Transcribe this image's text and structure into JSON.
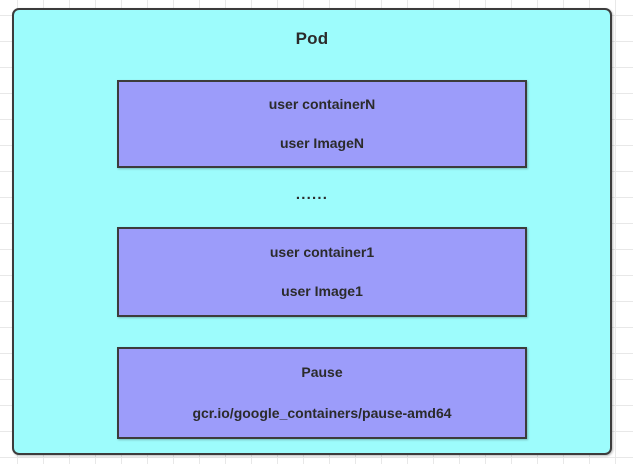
{
  "diagram": {
    "title": "Pod",
    "background_color": "#ffffff",
    "grid_line_color": "#e8e8e8",
    "pod_fill_color": "#9dfcfc",
    "container_fill_color": "#9c9cfa",
    "border_color": "#3c3c3c",
    "text_color": "#2b2b2b",
    "ellipsis": "......",
    "containers": [
      {
        "name": "user containerN",
        "image": "user ImageN"
      },
      {
        "name": "user container1",
        "image": "user Image1"
      },
      {
        "name": "Pause",
        "image": "gcr.io/google_containers/pause-amd64"
      }
    ]
  }
}
